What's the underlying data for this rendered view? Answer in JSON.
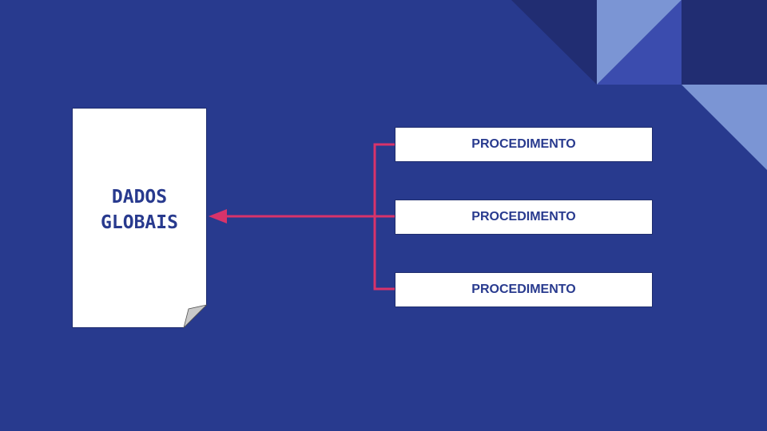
{
  "colors": {
    "background": "#283a8e",
    "accent_dark": "#212d72",
    "accent_light": "#7b95d4",
    "accent_mid": "#3b4cae",
    "connector": "#d8336a",
    "box_text": "#283a8e"
  },
  "document": {
    "label_line1": "DADOS",
    "label_line2": "GLOBAIS"
  },
  "procedures": [
    {
      "label": "PROCEDIMENTO"
    },
    {
      "label": "PROCEDIMENTO"
    },
    {
      "label": "PROCEDIMENTO"
    }
  ]
}
